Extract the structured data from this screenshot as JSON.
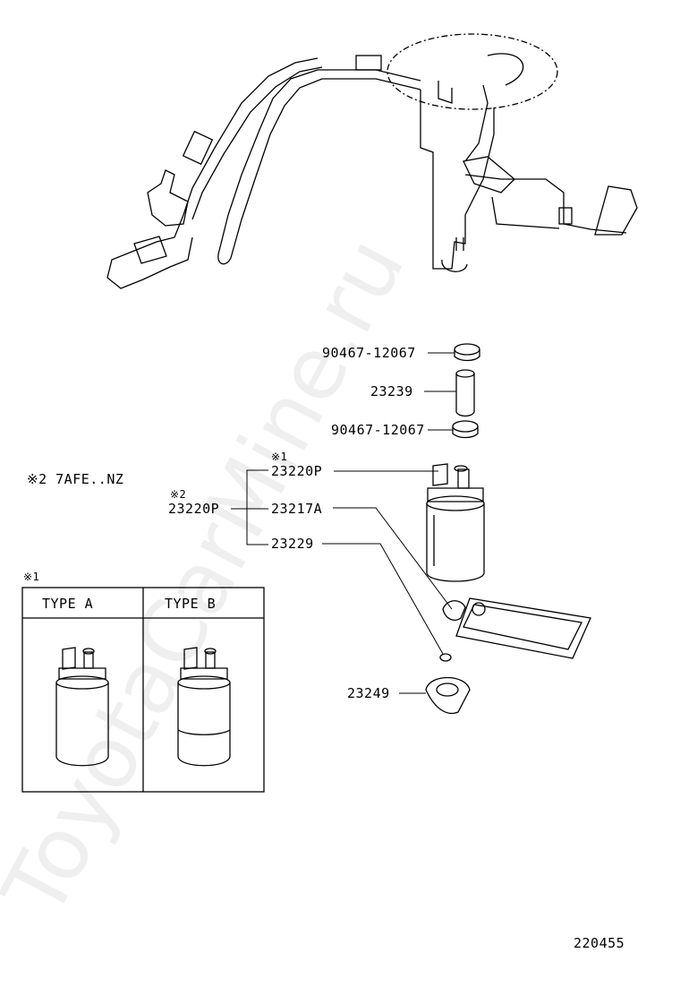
{
  "watermark": "ToyotaCarMine.ru",
  "note_engine": "※2 7AFE..NZ",
  "parts": {
    "clip_upper": "90467-12067",
    "hose": "23239",
    "clip_lower": "90467-12067",
    "marker_1": "※1",
    "pump_assy_1": "23220P",
    "marker_2": "※2",
    "pump_assy_2": "23220P",
    "filter": "23217A",
    "grommet": "23229",
    "retainer": "23249"
  },
  "type_table": {
    "marker": "※1",
    "type_a": "TYPE A",
    "type_b": "TYPE B"
  },
  "diagram_number": "220455"
}
